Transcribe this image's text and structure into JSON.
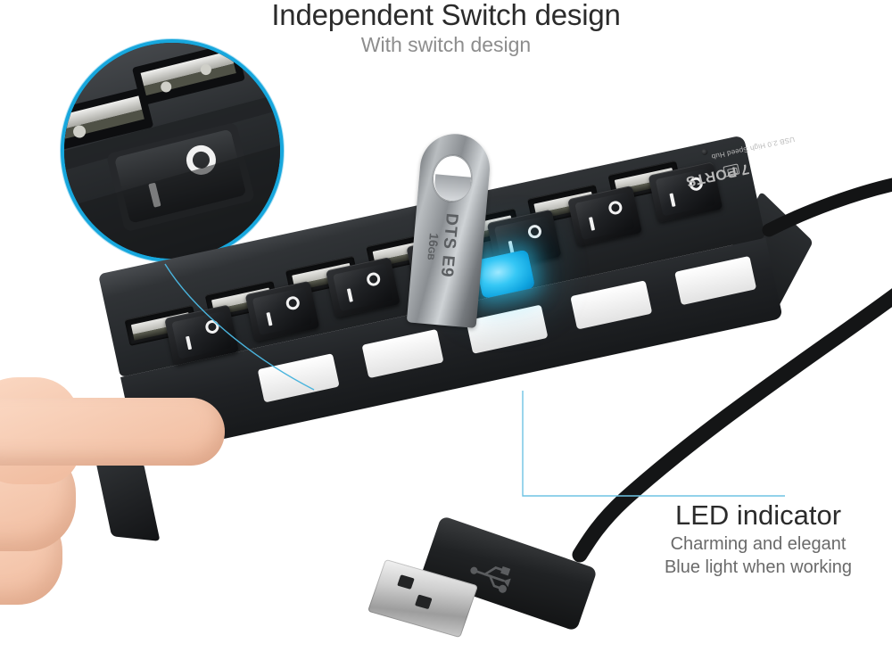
{
  "headings": {
    "title": "Independent Switch design",
    "subtitle": "With switch design"
  },
  "callouts": {
    "led": {
      "title": "LED indicator",
      "line1": "Charming and elegant",
      "line2": "Blue light when working"
    }
  },
  "product": {
    "brand_ports": "7 PORTS",
    "brand_spec": "USB 2.0 High Speed Hub",
    "switch_on_mark": "I",
    "switch_off_mark": "O",
    "port_count": 7,
    "switch_count": 7,
    "label_pad_count": 5
  },
  "flash_drive": {
    "model": "DTS E9",
    "capacity_number": "16",
    "capacity_unit": "GB"
  },
  "colors": {
    "accent_cyan": "#17a7dd",
    "led_blue": "#29c5f0",
    "body_black": "#1b1d1f",
    "title_text": "#2b2b2b",
    "subtitle_text": "#8d8d8d",
    "background": "#ffffff"
  }
}
